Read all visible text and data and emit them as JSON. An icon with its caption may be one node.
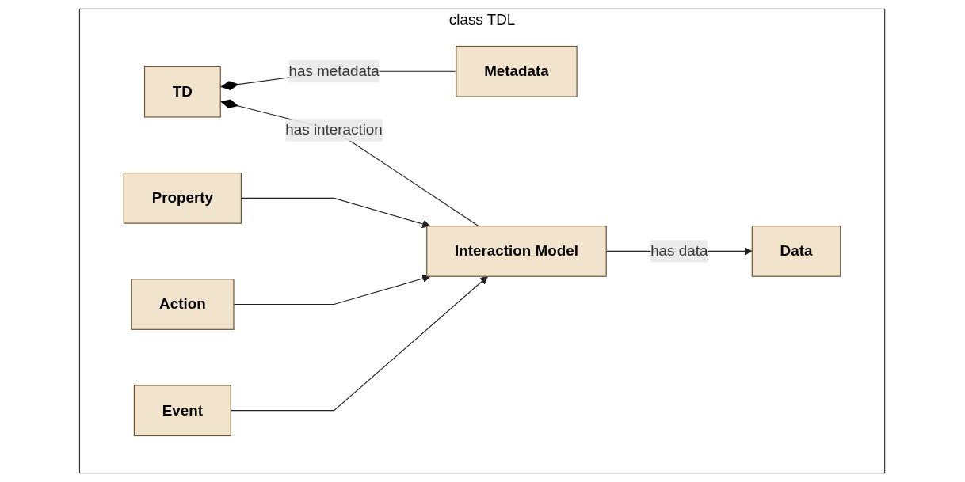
{
  "diagram": {
    "nodes": [
      {
        "text": [
          "class TDL"
        ]
      },
      {
        "text": [
          "TD"
        ],
        "in": 0
      },
      {
        "text": [
          "Metadata"
        ],
        "in": 0
      },
      {
        "text": [
          "Data"
        ],
        "in": 0
      },
      {
        "text": [
          "Interaction Model"
        ],
        "in": 0
      },
      {
        "text": [
          "Property"
        ],
        "in": 0
      },
      {
        "text": [
          "Action"
        ],
        "in": 0
      },
      {
        "text": [
          "Event"
        ],
        "in": 0
      }
    ],
    "edges": [
      {
        "from": 1,
        "to": 2,
        "arrow": "other",
        "label": "has metadata"
      },
      {
        "from": 1,
        "to": 4,
        "arrow": "other",
        "label": "has interaction"
      },
      {
        "from": 4,
        "to": 3,
        "arrow": "to",
        "label": "has data"
      },
      {
        "from": 5,
        "to": 4,
        "arrow": "to"
      },
      {
        "from": 6,
        "to": 4,
        "arrow": "to"
      },
      {
        "from": 7,
        "to": 4,
        "arrow": "to"
      }
    ]
  }
}
